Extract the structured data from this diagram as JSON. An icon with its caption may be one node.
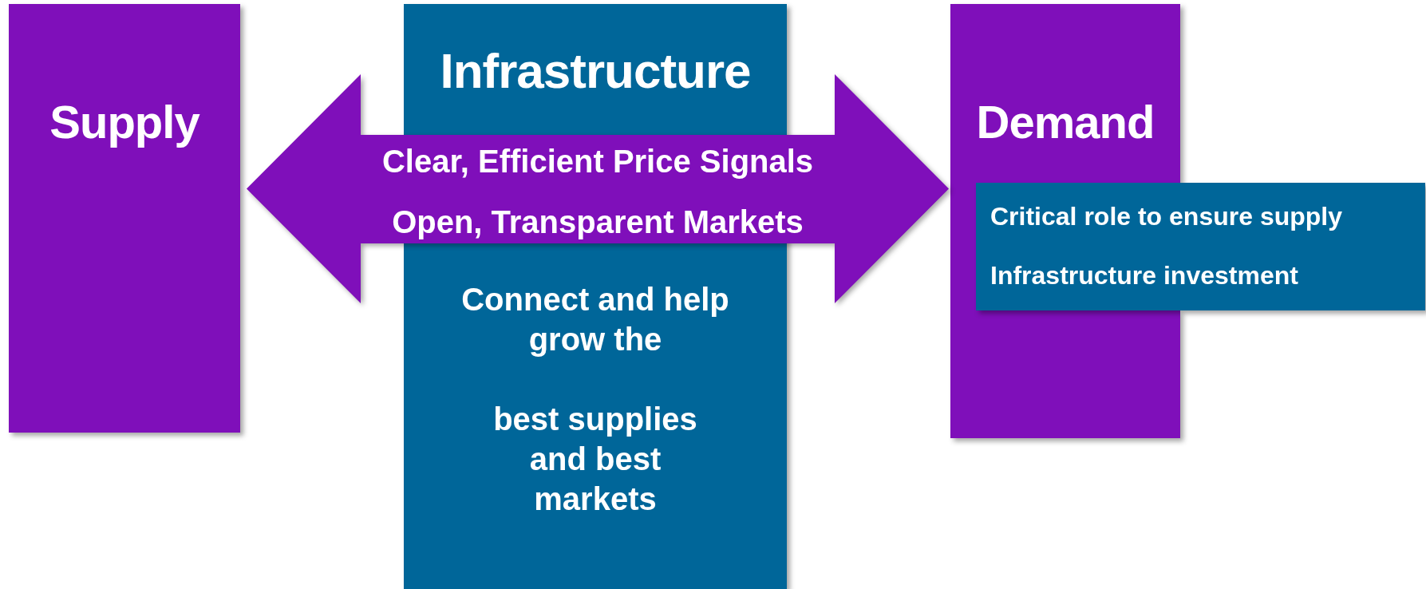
{
  "diagram": {
    "nodes": [
      {
        "text": [
          "Supply"
        ]
      },
      {
        "text": [
          "Infrastructure",
          "Connect and help grow the",
          "best supplies and best markets"
        ]
      },
      {
        "text": [
          "Demand"
        ]
      },
      {
        "text": [
          "Critical role to ensure supply",
          "Infrastructure investment"
        ]
      },
      {
        "text": [
          "Clear, Efficient Price Signals",
          "Open, Transparent Markets"
        ]
      }
    ]
  }
}
